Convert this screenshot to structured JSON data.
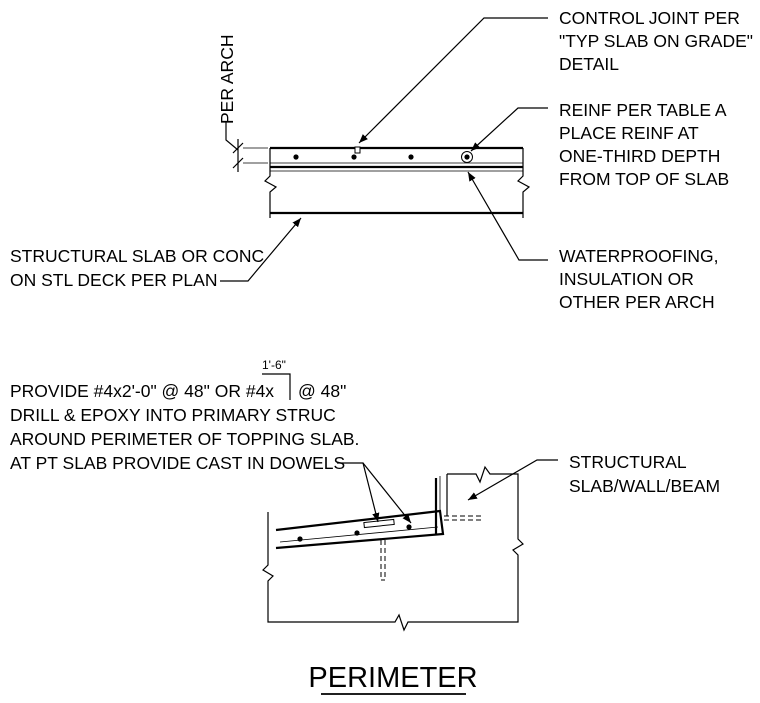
{
  "upper_detail": {
    "per_arch": "PER ARCH",
    "control_joint": [
      "CONTROL JOINT PER",
      "\"TYP SLAB ON GRADE\"",
      "DETAIL"
    ],
    "reinf": [
      "REINF PER TABLE A",
      "PLACE REINF AT",
      "ONE-THIRD DEPTH",
      "FROM TOP OF SLAB"
    ],
    "structural_slab": [
      "STRUCTURAL SLAB OR CONC",
      "ON STL DECK PER PLAN"
    ],
    "waterproofing": [
      "WATERPROOFING,",
      "INSULATION OR",
      "OTHER PER ARCH"
    ]
  },
  "lower_detail": {
    "dimension": "1'-6\"",
    "provide": [
      "PROVIDE #4x2'-0\" @ 48\" OR #4x",
      "@ 48\"",
      "DRILL & EPOXY INTO PRIMARY STRUC",
      "AROUND PERIMETER OF TOPPING SLAB.",
      "AT PT SLAB PROVIDE CAST IN DOWELS"
    ],
    "structural": [
      "STRUCTURAL",
      "SLAB/WALL/BEAM"
    ]
  },
  "title": "PERIMETER"
}
